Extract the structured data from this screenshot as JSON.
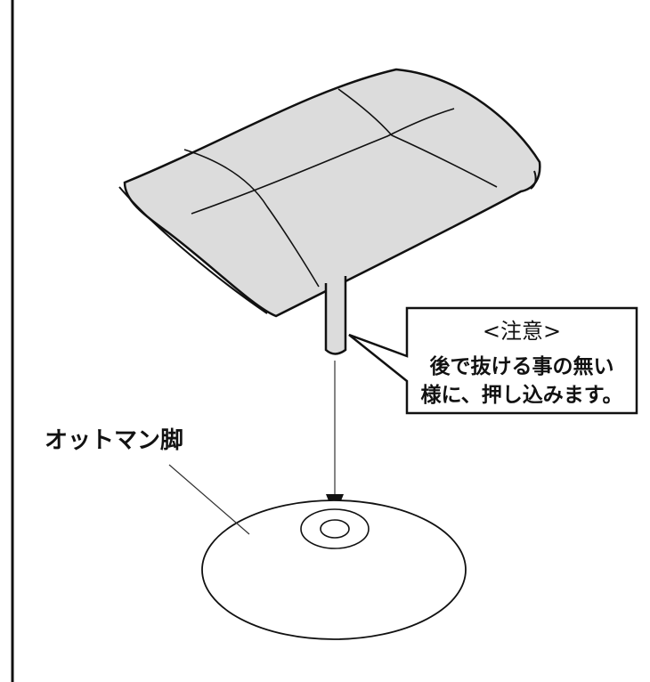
{
  "labels": {
    "ottoman_leg": "オットマン脚"
  },
  "callout": {
    "title": "<注意>",
    "line1": "後で抜ける事の無い",
    "line2": "様に、押し込みます。"
  },
  "colors": {
    "cushion_fill": "#dcdcdc",
    "outline": "#111111",
    "paper": "#ffffff"
  }
}
